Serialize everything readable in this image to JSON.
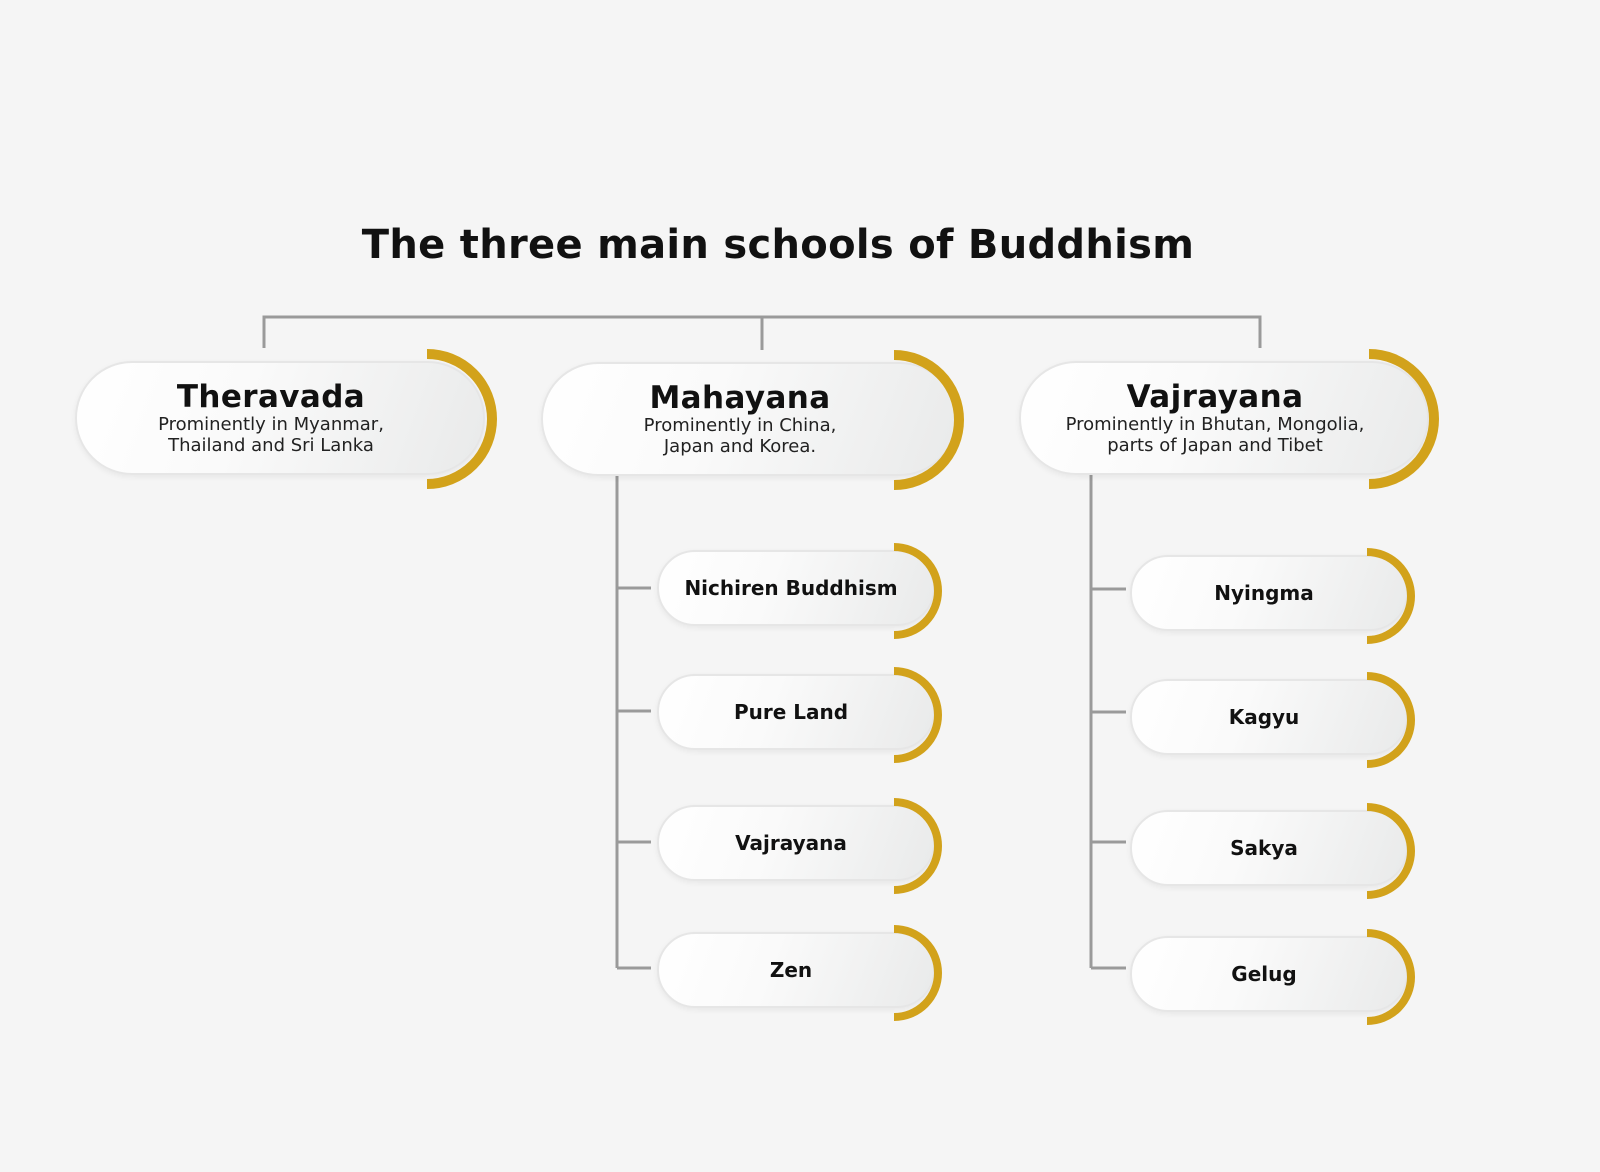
{
  "title": "The three main schools of Buddhism",
  "colors": {
    "accent_gold": "#d2a21b",
    "connector_gray": "#9a9a9a",
    "background": "#f5f5f5"
  },
  "schools": [
    {
      "name": "Theravada",
      "desc_line1": "Prominently in Myanmar,",
      "desc_line2": "Thailand and Sri Lanka",
      "sub_schools": []
    },
    {
      "name": "Mahayana",
      "desc_line1": "Prominently in China,",
      "desc_line2": "Japan and Korea.",
      "sub_schools": [
        "Nichiren Buddhism",
        "Pure Land",
        "Vajrayana",
        "Zen"
      ]
    },
    {
      "name": "Vajrayana",
      "desc_line1": "Prominently in Bhutan, Mongolia,",
      "desc_line2": "parts of Japan and Tibet",
      "sub_schools": [
        "Nyingma",
        "Kagyu",
        "Sakya",
        "Gelug"
      ]
    }
  ]
}
